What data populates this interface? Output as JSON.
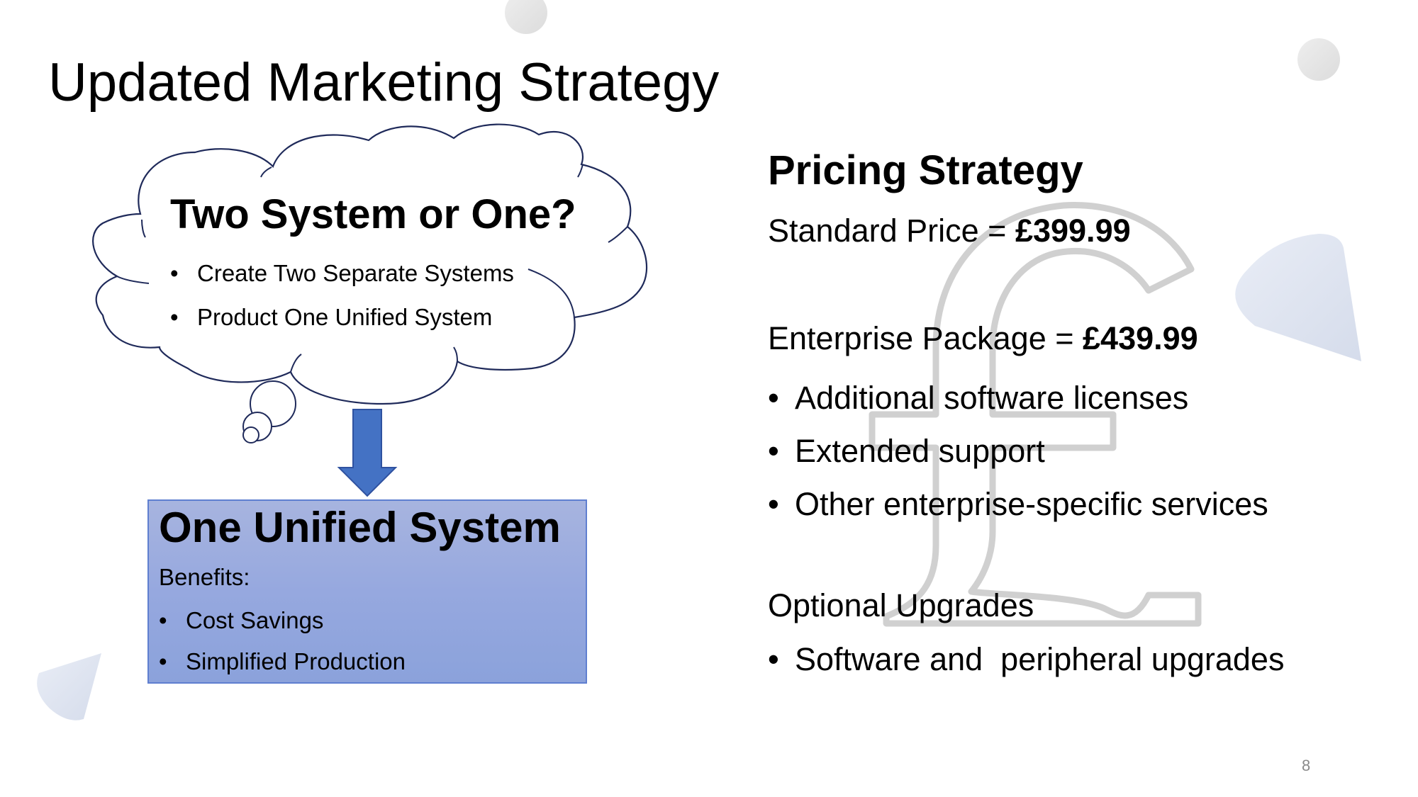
{
  "slide": {
    "title": "Updated Marketing Strategy",
    "page_number": "8"
  },
  "thought_cloud": {
    "heading": "Two System or One?",
    "items": [
      "Create Two Separate Systems",
      "Product One Unified System"
    ]
  },
  "unified_box": {
    "title": "One Unified System",
    "subtitle": "Benefits:",
    "items": [
      "Cost Savings",
      "Simplified Production"
    ]
  },
  "pricing": {
    "heading": "Pricing Strategy",
    "standard_label": "Standard Price = ",
    "standard_value": "£399.99",
    "enterprise_label": "Enterprise Package = ",
    "enterprise_value": "£439.99",
    "enterprise_items": [
      "Additional software licenses",
      "Extended support",
      "Other enterprise-specific services"
    ],
    "optional_label": "Optional Upgrades",
    "upgrade_items": [
      "Software and  peripheral upgrades"
    ]
  },
  "icons": {
    "background_symbol": "pound-sign-icon",
    "arrow": "arrow-down-icon"
  },
  "colors": {
    "arrow_fill": "#4472C4",
    "box_fill": "#9AAADF",
    "cloud_stroke": "#1F2A5A",
    "deco_shape": "#E3E5EC"
  }
}
